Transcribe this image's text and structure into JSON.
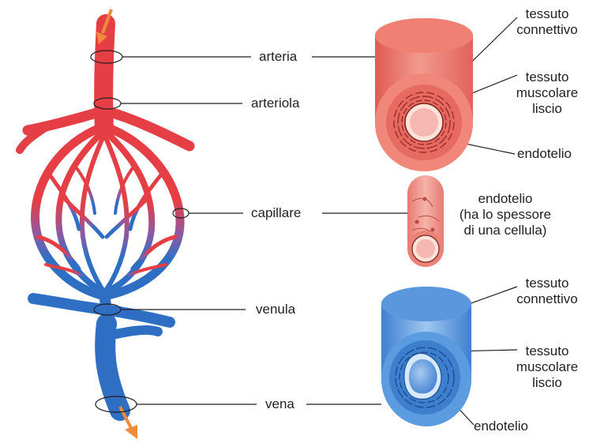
{
  "labels": {
    "arteria": "arteria",
    "arteriola": "arteriola",
    "capillare": "capillare",
    "venula": "venula",
    "vena": "vena"
  },
  "artery_section": {
    "connective": [
      "tessuto",
      "connettivo"
    ],
    "muscle": [
      "tessuto",
      "muscolare",
      "liscio"
    ],
    "endothelium": "endotelio"
  },
  "capillary_section": {
    "endothelium": [
      "endotelio",
      "(ha lo spessore",
      "di una cellula)"
    ]
  },
  "vein_section": {
    "connective": [
      "tessuto",
      "connettivo"
    ],
    "muscle": [
      "tessuto",
      "muscolare",
      "liscio"
    ],
    "endothelium": "endotelio"
  },
  "colors": {
    "arterial": "#e53e45",
    "venous": "#2f6fc3",
    "flow_arrow": "#f08a3c",
    "artery_wall": "#e8726b",
    "vein_wall": "#4f8fd9",
    "lumen_pink": "#f6b7b3"
  }
}
